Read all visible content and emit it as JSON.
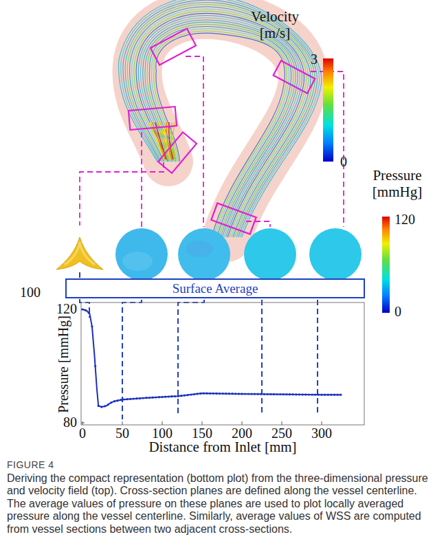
{
  "diagram": {
    "title": "FIGURE 4",
    "caption": "Deriving the compact representation (bottom plot) from the three-dimensional pressure and velocity field (top). Cross-section planes are defined along the vessel centerline. The average values of pressure on these planes are used to plot locally averaged pressure along the vessel centerline. Similarly, average values of WSS are computed from vessel sections between two adjacent cross-sections.",
    "nodes": [
      {
        "text": [
          "Surface Average"
        ]
      }
    ],
    "labels": [
      "Velocity [m/s]",
      "3",
      "0",
      "Pressure [mmHg]",
      "120",
      "0",
      "100",
      "120",
      "80",
      "Pressure [mmHg]",
      "0",
      "50",
      "100",
      "150",
      "200",
      "250",
      "300",
      "Distance from Inlet [mm]"
    ]
  }
}
